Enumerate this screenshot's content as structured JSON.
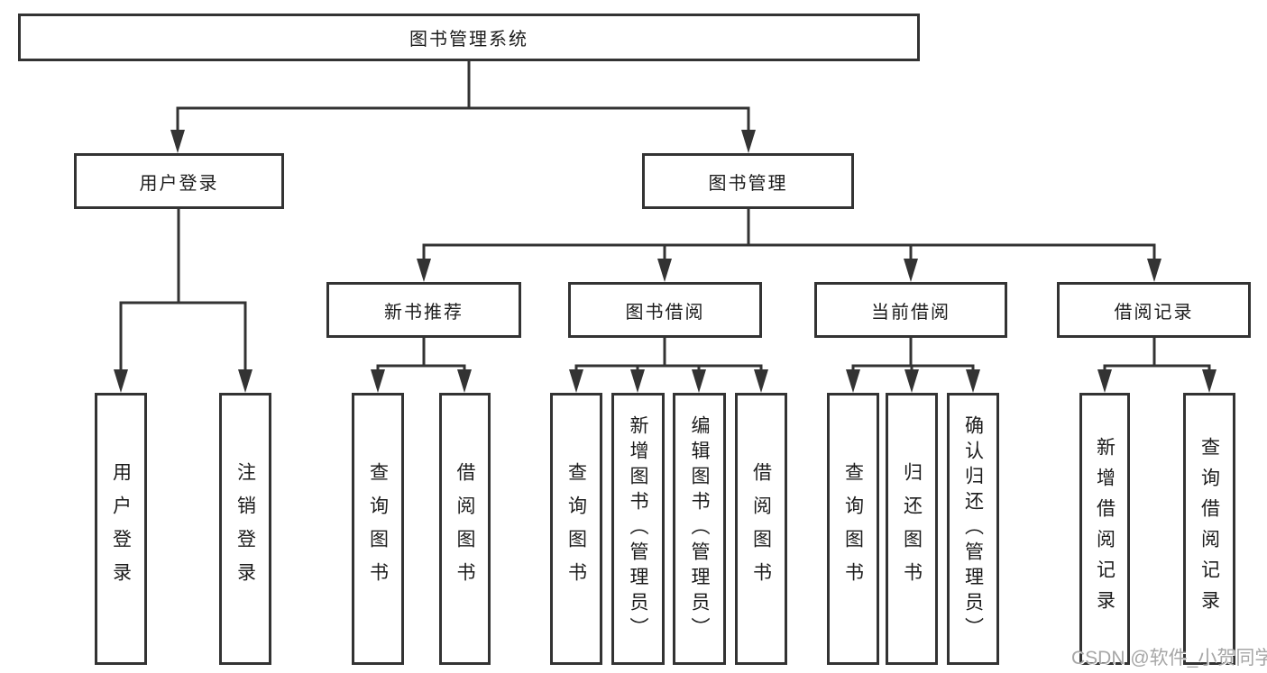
{
  "diagram_title": "图书管理系统",
  "tree": {
    "label": "图书管理系统",
    "children": [
      {
        "label": "用户登录",
        "children": [
          {
            "label": "用户登录"
          },
          {
            "label": "注销登录"
          }
        ]
      },
      {
        "label": "图书管理",
        "children": [
          {
            "label": "新书推荐",
            "children": [
              {
                "label": "查询图书"
              },
              {
                "label": "借阅图书"
              }
            ]
          },
          {
            "label": "图书借阅",
            "children": [
              {
                "label": "查询图书"
              },
              {
                "label": "新增图书（管理员）"
              },
              {
                "label": "编辑图书（管理员）"
              },
              {
                "label": "借阅图书"
              }
            ]
          },
          {
            "label": "当前借阅",
            "children": [
              {
                "label": "查询图书"
              },
              {
                "label": "归还图书"
              },
              {
                "label": "确认归还（管理员）"
              }
            ]
          },
          {
            "label": "借阅记录",
            "children": [
              {
                "label": "新增借阅记录"
              },
              {
                "label": "查询借阅记录"
              }
            ]
          }
        ]
      }
    ]
  },
  "watermark": {
    "text": "CSDN @软件_小贺同学"
  },
  "colors": {
    "line": "#333333",
    "box_fill": "#ffffff",
    "text": "#1c1c1c",
    "watermark": "#a6a6a6"
  }
}
